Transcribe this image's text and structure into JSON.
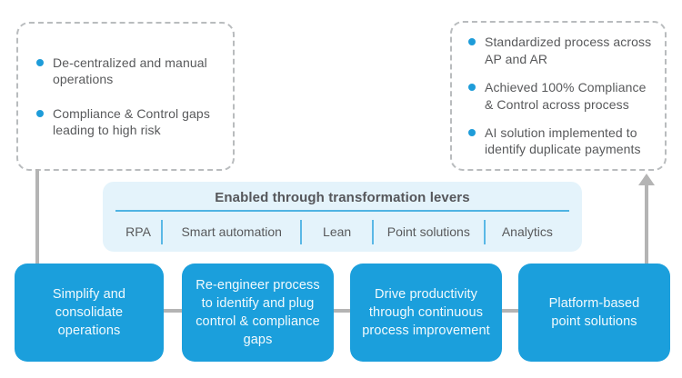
{
  "colors": {
    "step_box_blue": "#1b9fdc",
    "levers_panel_bg": "#e4f3fb",
    "levers_accent_blue": "#4fb3e3",
    "bullet_blue": "#1e9cd9",
    "connector_gray": "#b4b4b4",
    "dashed_border_gray": "#b9bcbe",
    "text_dark_gray": "#58595b",
    "step_text_white": "#f2fafd"
  },
  "before_state": {
    "bullets": [
      "De-centralized and manual operations",
      "Compliance & Control gaps leading to high risk"
    ]
  },
  "after_state": {
    "bullets": [
      "Standardized process across AP and AR",
      "Achieved 100% Compliance & Control across process",
      "AI solution implemented to identify duplicate payments"
    ]
  },
  "levers": {
    "title": "Enabled through transformation levers",
    "items": [
      "RPA",
      "Smart automation",
      "Lean",
      "Point solutions",
      "Analytics"
    ]
  },
  "steps": [
    "Simplify and consolidate operations",
    "Re-engineer process to identify and plug control & compliance gaps",
    "Drive productivity through continuous process improvement",
    "Platform-based point solutions"
  ]
}
